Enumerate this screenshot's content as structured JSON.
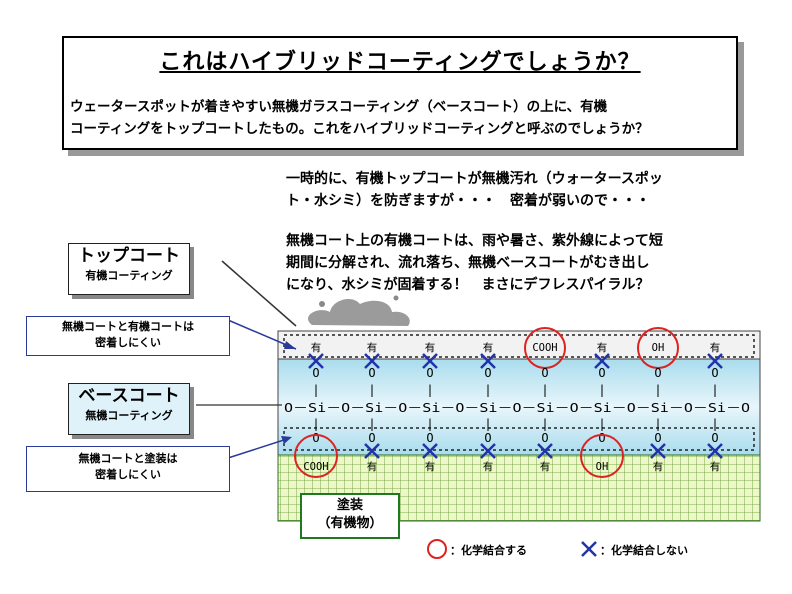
{
  "header": {
    "title": "これはハイブリッドコーティングでしょうか？",
    "intro_line1": "ウェータースポットが着きやすい無機ガラスコーティング（ベースコート）の上に、有機",
    "intro_line2": "コーティングをトップコートしたもの。これをハイブリッドコーティングと呼ぶのでしょうか？"
  },
  "body": {
    "para1_line1": "一時的に、有機トップコートが無機汚れ（ウォータースポッ",
    "para1_line2": "ト・水シミ）を防ぎますが・・・　密着が弱いので・・・",
    "para2_line1": "無機コート上の有機コートは、雨や暑さ、紫外線によって短",
    "para2_line2": "期間に分解され、流れ落ち、無機ベースコートがむき出し",
    "para2_line3": "になり、水シミが固着する！　まさにデフレスパイラル？"
  },
  "labels": {
    "topcoat_title": "トップコート",
    "topcoat_sub": "有機コーティング",
    "basecoat_title": "ベースコート",
    "basecoat_sub": "無機コーティング",
    "note_top_line1": "無機コートと有機コートは",
    "note_top_line2": "密着しにくい",
    "note_bottom_line1": "無機コートと塗装は",
    "note_bottom_line2": "密着しにくい",
    "paint_line1": "塗装",
    "paint_line2": "（有機物）"
  },
  "diagram": {
    "top_groups": [
      "有",
      "有",
      "有",
      "有",
      "COOH",
      "有",
      "OH",
      "有"
    ],
    "top_circled": [
      false,
      false,
      false,
      false,
      true,
      false,
      true,
      false
    ],
    "bottom_groups": [
      "COOH",
      "有",
      "有",
      "有",
      "有",
      "OH",
      "有",
      "有"
    ],
    "bottom_circled": [
      true,
      false,
      false,
      false,
      false,
      true,
      false,
      false
    ],
    "oxygen": "O",
    "bond_v": "|",
    "chain": "O－Si－O－Si－O－Si－O－Si－O－Si－O－Si－O－Si－O－Si－O"
  },
  "legend": {
    "circle_text": "：化学結合する",
    "cross_text": "：化学結合しない"
  },
  "colors": {
    "circle": "#dd2222",
    "cross": "#2233aa",
    "paint_grid": "#5a9a2a",
    "paint_bg": "#eef7c8",
    "base_layer": "#bfe4f0"
  }
}
